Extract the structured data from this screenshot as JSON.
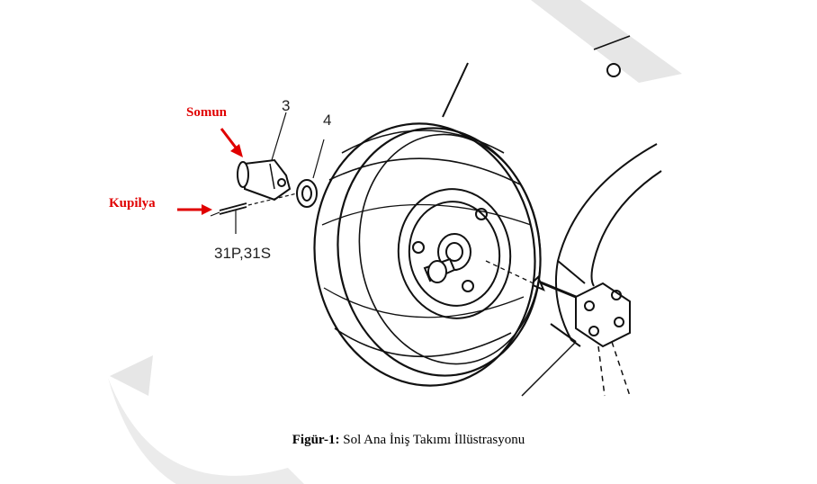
{
  "labels": {
    "somun": "Somun",
    "kupilya": "Kupilya"
  },
  "part_numbers": {
    "nut": "3",
    "washer": "4",
    "cotter_pin": "31P,31S"
  },
  "caption": {
    "prefix": "Figür-1:",
    "text": " Sol Ana İniş Takımı İllüstrasyonu"
  },
  "colors": {
    "callout": "#e00000",
    "line_art": "#111111",
    "watermark": "#e6e6e6"
  }
}
